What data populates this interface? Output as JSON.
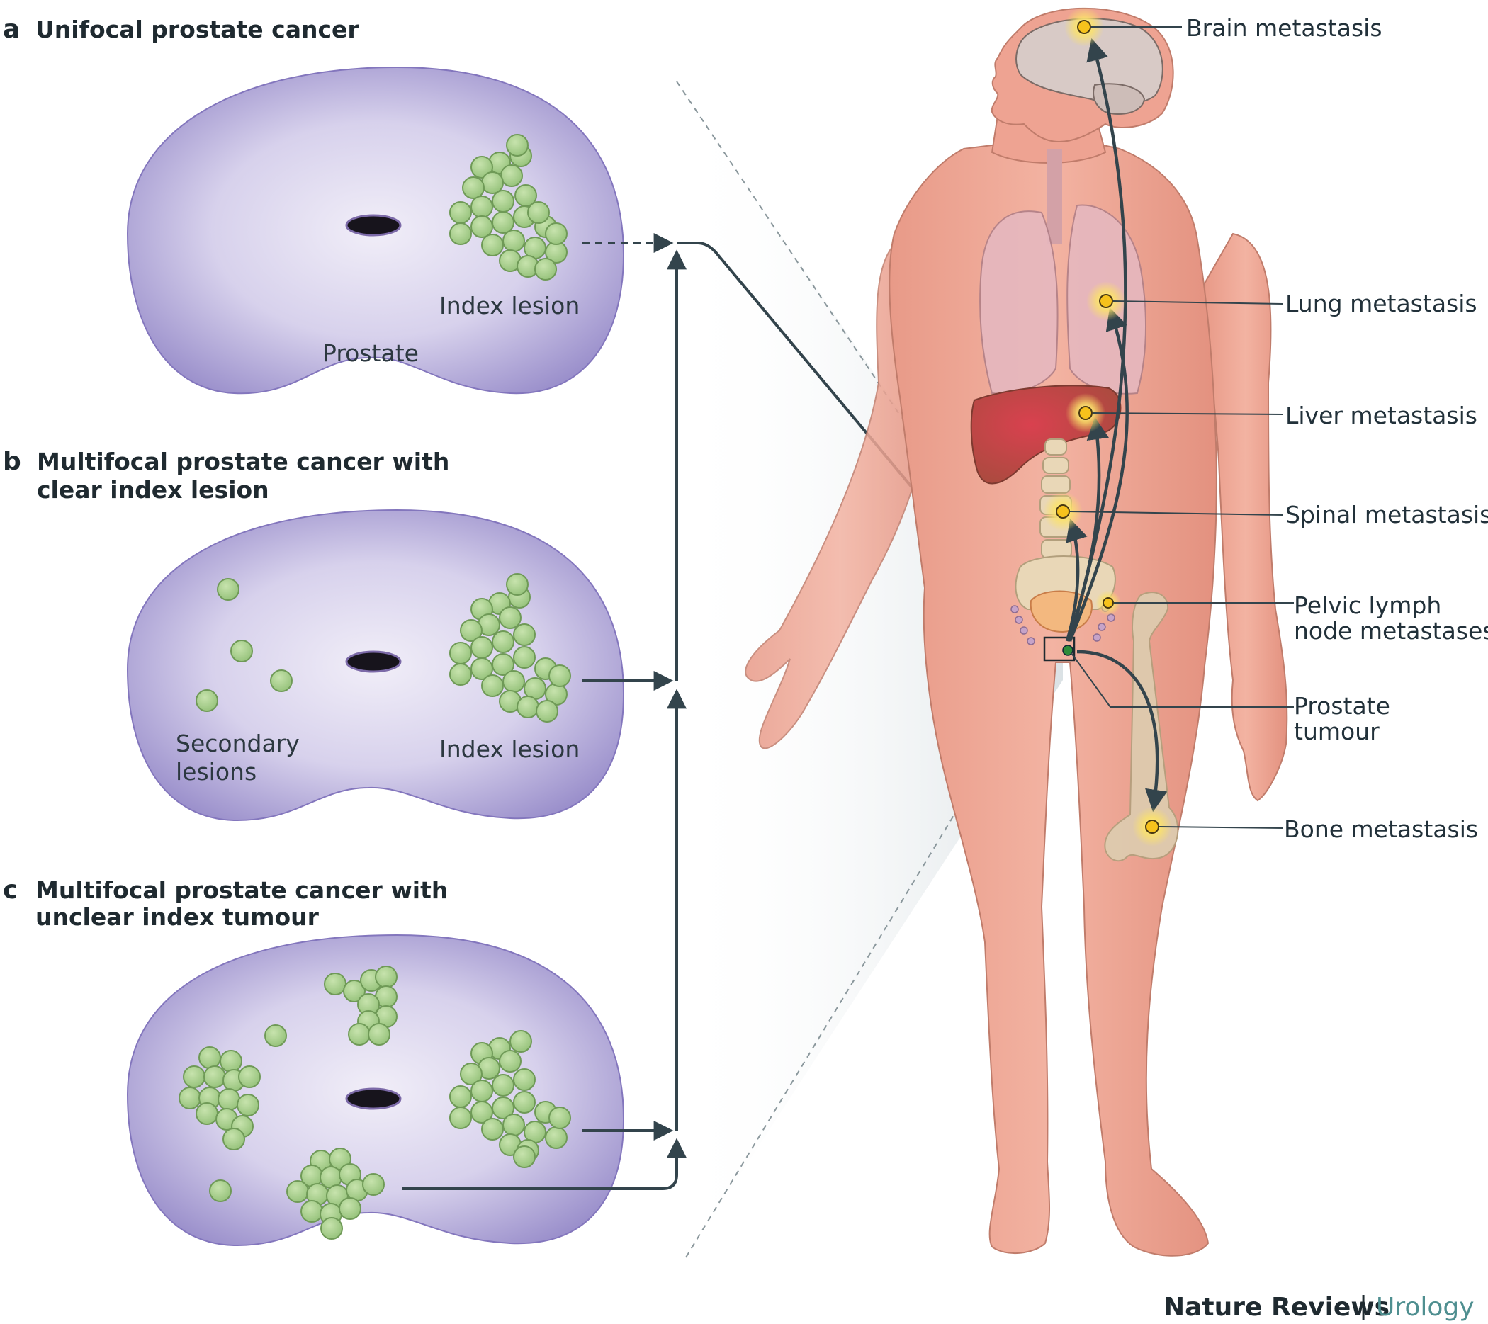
{
  "panels": {
    "a": {
      "letter": "a",
      "title": "Unifocal prostate cancer",
      "index_label": "Index lesion",
      "prostate_label": "Prostate"
    },
    "b": {
      "letter": "b",
      "title_line1": "Multifocal prostate cancer with",
      "title_line2": "clear index lesion",
      "secondary_line1": "Secondary",
      "secondary_line2": "lesions",
      "index_label": "Index lesion"
    },
    "c": {
      "letter": "c",
      "title_line1": "Multifocal prostate cancer with",
      "title_line2": "unclear index tumour"
    }
  },
  "body_labels": {
    "brain": "Brain metastasis",
    "lung": "Lung metastasis",
    "liver": "Liver metastasis",
    "spinal": "Spinal metastasis",
    "pelvic_line1": "Pelvic lymph",
    "pelvic_line2": "node metastases",
    "prostate_line1": "Prostate",
    "prostate_line2": "tumour",
    "bone": "Bone metastasis"
  },
  "footer": {
    "journal": "Nature Reviews",
    "separator": "|",
    "section": "Urology"
  },
  "colors": {
    "prostate": "#9a8fcb",
    "lesion": "#a8cf8c",
    "lesion_stroke": "#6f9a57",
    "skin": "#eda08e",
    "arrow": "#33444c",
    "metastasis": "#f6c21c",
    "journal_accent": "#4f8f90"
  }
}
